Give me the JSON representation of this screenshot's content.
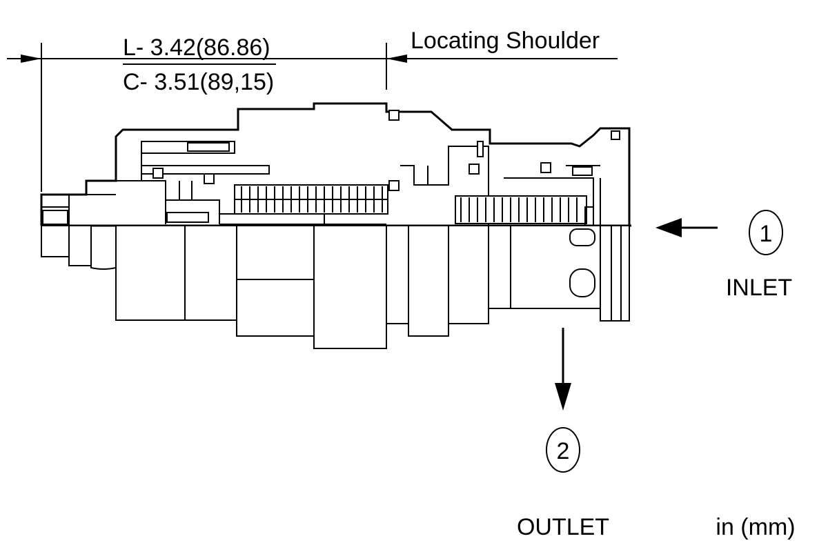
{
  "dimensions": {
    "length": "L- 3.42(86.86)",
    "cavity": "C- 3.51(89,15)",
    "shoulder": "Locating Shoulder"
  },
  "ports": {
    "inlet": {
      "number": "1",
      "label": "INLET"
    },
    "outlet": {
      "number": "2",
      "label": "OUTLET"
    }
  },
  "units": "in (mm)"
}
